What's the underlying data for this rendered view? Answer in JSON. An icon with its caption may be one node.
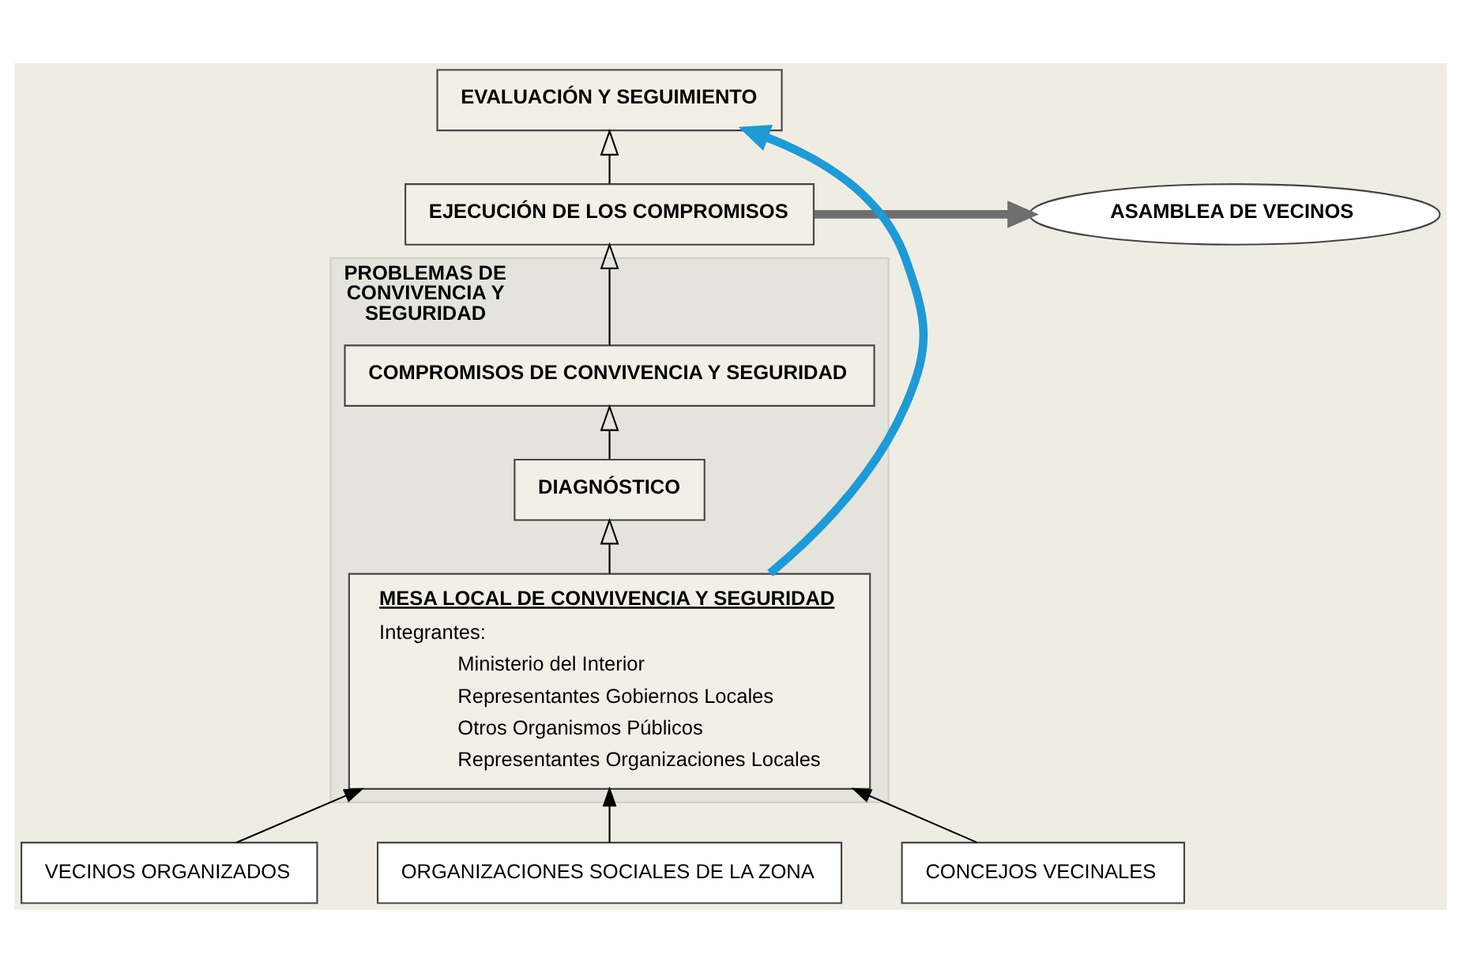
{
  "diagram": {
    "nodes": [
      {
        "text": [
          "EVALUACIÓN Y SEGUIMIENTO"
        ]
      },
      {
        "text": [
          "EJECUCIÓN DE LOS COMPROMISOS"
        ]
      },
      {
        "text": [
          "ASAMBLEA DE VECINOS"
        ]
      },
      {
        "text": [
          "PROBLEMAS DE CONVIVENCIA Y SEGURIDAD"
        ]
      },
      {
        "text": [
          "COMPROMISOS DE CONVIVENCIA Y SEGURIDAD"
        ],
        "in": 3
      },
      {
        "text": [
          "DIAGNÓSTICO"
        ],
        "in": 3
      },
      {
        "text": [
          "MESA LOCAL DE CONVIVENCIA Y SEGURIDAD",
          "Integrantes:",
          "Ministerio del Interior",
          "Representantes Gobiernos Locales",
          "Otros Organismos Públicos",
          "Representantes Organizaciones Locales"
        ],
        "in": 3
      },
      {
        "text": [
          "VECINOS ORGANIZADOS"
        ]
      },
      {
        "text": [
          "ORGANIZACIONES SOCIALES DE LA ZONA"
        ]
      },
      {
        "text": [
          "CONCEJOS VECINALES"
        ]
      }
    ],
    "edges": [
      {
        "from": 1,
        "to": 0,
        "arrow": "to"
      },
      {
        "from": 4,
        "to": 1,
        "arrow": "to"
      },
      {
        "from": 5,
        "to": 4,
        "arrow": "to"
      },
      {
        "from": 6,
        "to": 5,
        "arrow": "to"
      },
      {
        "from": 6,
        "to": 0,
        "arrow": "to",
        "style": "thick",
        "color": "#1e9ad6"
      },
      {
        "from": 1,
        "to": 2,
        "arrow": "to",
        "style": "thick",
        "color": "#6e6e6e"
      },
      {
        "from": 7,
        "to": 6,
        "arrow": "to"
      },
      {
        "from": 8,
        "to": 6,
        "arrow": "to"
      },
      {
        "from": 9,
        "to": 6,
        "arrow": "to"
      }
    ]
  }
}
